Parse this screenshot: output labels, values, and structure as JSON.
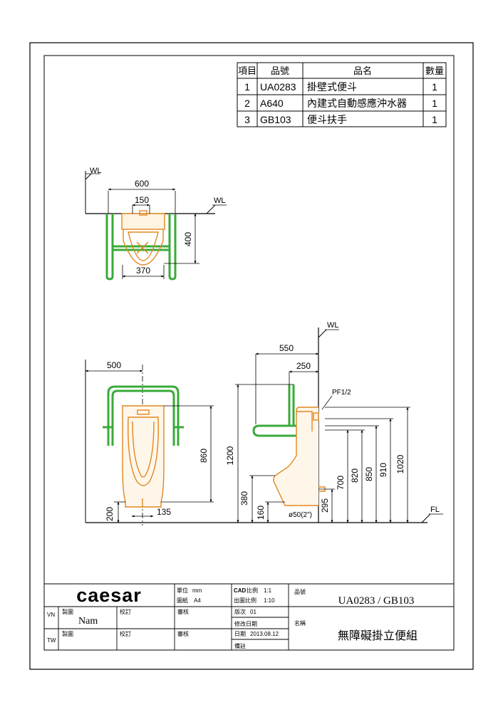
{
  "colors": {
    "fixture": "#e0871f",
    "rail": "#3aaa3a",
    "line": "#000000"
  },
  "parts_table": {
    "headers": [
      "項目",
      "品號",
      "品名",
      "數量"
    ],
    "rows": [
      [
        "1",
        "UA0283",
        "掛壁式便斗",
        "1"
      ],
      [
        "2",
        "A640",
        "內建式自動感應沖水器",
        "1"
      ],
      [
        "3",
        "GB103",
        "便斗扶手",
        "1"
      ]
    ]
  },
  "top_view": {
    "wl_left": "WL",
    "wl_right": "WL",
    "dim_600": "600",
    "dim_150": "150",
    "dim_400": "400",
    "dim_370": "370"
  },
  "front_view": {
    "dim_500": "500",
    "dim_860": "860",
    "dim_200": "200",
    "dim_135": "135"
  },
  "side_view": {
    "wl": "WL",
    "fl": "FL",
    "pf": "PF1/2",
    "pipe": "ø50(2\")",
    "dim_550": "550",
    "dim_250": "250",
    "dim_1200": "1200",
    "dim_380": "380",
    "dim_160": "160",
    "dim_295": "295",
    "dim_700": "700",
    "dim_820": "820",
    "dim_850": "850",
    "dim_910": "910",
    "dim_1020": "1020"
  },
  "title_block": {
    "brand": "caesar",
    "unit_label": "單位",
    "unit_value": "mm",
    "paper_label": "圖紙",
    "paper_value": "A4",
    "cad_scale_label": "比例",
    "cad_scale_prefix": "CAD",
    "cad_scale_value": "1:1",
    "print_scale_label": "出圖比例",
    "print_scale_value": "1:10",
    "part_no_label": "品號",
    "part_no": "UA0283 / GB103",
    "vn": "VN",
    "tw": "TW",
    "drawn_label": "製圖",
    "drawn_by": "Nam",
    "checked_label": "校訂",
    "approved_label": "審核",
    "version_label": "版次",
    "version_value": "01",
    "revised_label": "修改日期",
    "name_label": "名稱",
    "name": "無障礙掛立便組",
    "date_label": "日期",
    "date_value": "2013.08.12",
    "remark_label": "備註"
  }
}
